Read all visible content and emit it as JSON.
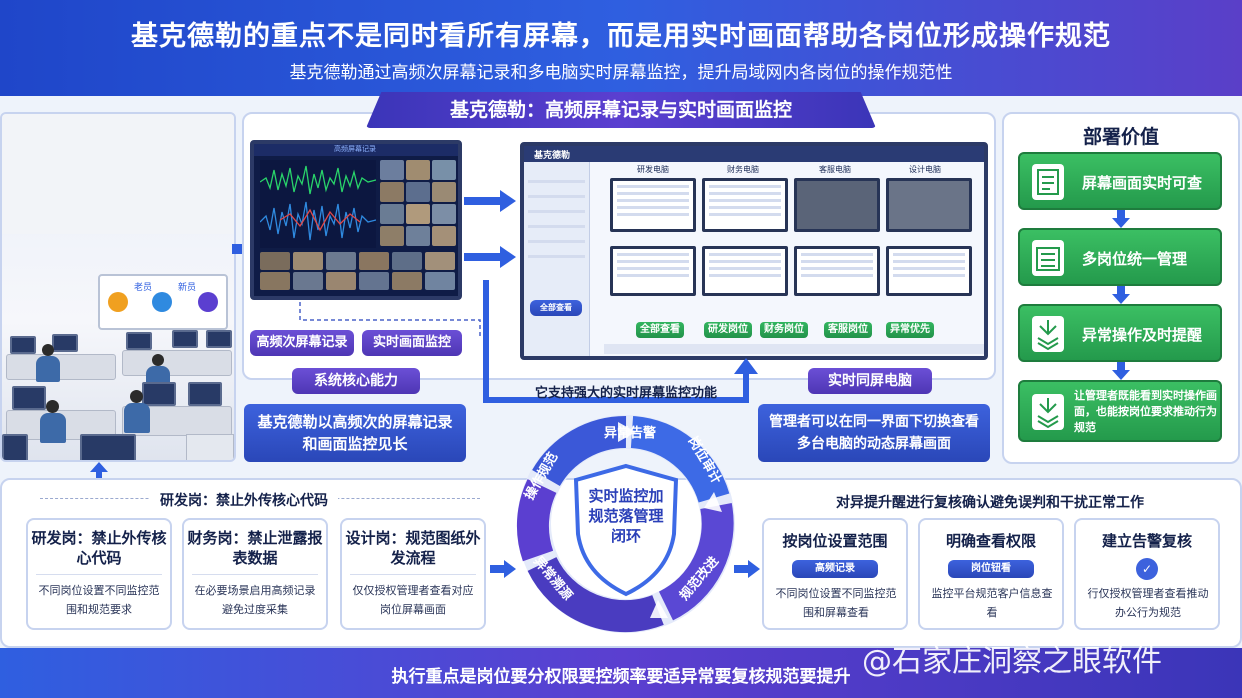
{
  "header": {
    "title": "基克德勒的重点不是同时看所有屏幕，而是用实时画面帮助各岗位形成操作规范",
    "subtitle": "基克德勒通过高频次屏幕记录和多电脑实时屏幕监控，提升局域网内各岗位的操作规范性",
    "banner": "基克德勒：高频屏幕记录与实时画面监控"
  },
  "office_board": {
    "step1": "老员",
    "step2": "新员"
  },
  "center": {
    "screen1_title": "高频屏幕记录",
    "app_title": "基克德勒",
    "app_tabs": [
      "研发电脑",
      "财务电脑",
      "客服电脑",
      "设计电脑"
    ],
    "app_sidebar_button": "全部查看",
    "app_filters": [
      "全部查看",
      "研发岗位",
      "财务岗位",
      "客服岗位",
      "异常优先"
    ],
    "btn_record": "高频次屏幕记录",
    "btn_monitor": "实时画面监控",
    "label_core": "系统核心能力",
    "label_screens": "实时同屏电脑",
    "label_support": "它支持强大的实时屏幕监控功能"
  },
  "left_desc": "基克德勒以高频次的屏幕记录和画面监控见长",
  "mid_desc": "管理者可以在同一界面下切换查看多台电脑的动态屏幕画面",
  "right_panel": {
    "title": "部署价值",
    "items": [
      "屏幕画面实时可查",
      "多岗位统一管理",
      "异常操作及时提醒",
      "让管理者既能看到实时操作画面，也能按岗位要求推动行为规范"
    ]
  },
  "bottom_left": {
    "heading": "研发岗：禁止外传核心代码",
    "cards": [
      {
        "title": "研发岗：禁止外传核心代码",
        "body": "不同岗位设置不同监控范围和规范要求"
      },
      {
        "title": "财务岗：禁止泄露报表数据",
        "body": "在必要场景启用高频记录避免过度采集"
      },
      {
        "title": "设计岗：规范图纸外发流程",
        "body": "仅仅授权管理者查看对应岗位屏幕画面"
      }
    ]
  },
  "cycle": {
    "center": "实时监控加规范落管理闭环",
    "labels": [
      "异常告警",
      "岗位审计",
      "规范改进",
      "异常溯源",
      "操作规范"
    ]
  },
  "bottom_right": {
    "heading": "对异提升醒进行复核确认避免误判和干扰正常工作",
    "cards": [
      {
        "title": "按岗位设置范围",
        "tag": "高频记录",
        "body": "不同岗位设置不同监控范围和屏幕查看"
      },
      {
        "title": "明确查看权限",
        "tag": "岗位钮看",
        "body": "监控平台规范客户信息查看"
      },
      {
        "title": "建立告警复核",
        "tag": "✓",
        "body": "行仅授权管理者查看推动办公行为规范"
      }
    ]
  },
  "footer": "执行重点是岗位要分权限要控频率要适异常要复核规范要提升",
  "watermark": "@石家庄洞察之眼软件",
  "colors": {
    "primary_blue": "#2f5fe0",
    "purple": "#5b3fd0",
    "green": "#2aa852",
    "dark_navy": "#0f1c46"
  }
}
